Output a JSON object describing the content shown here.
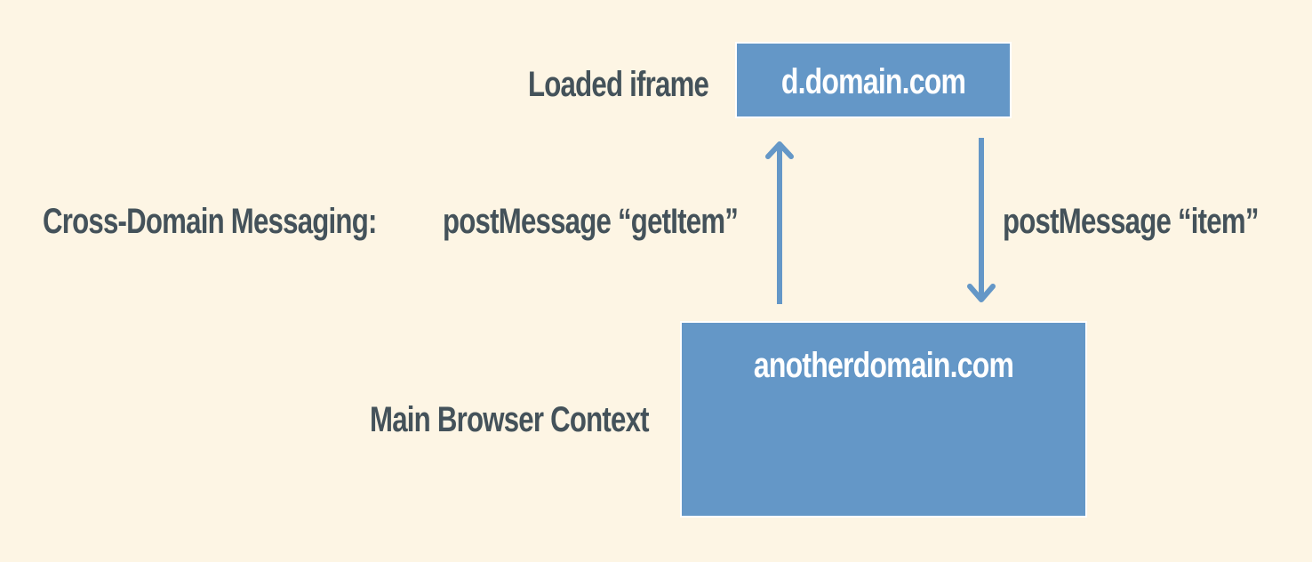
{
  "diagram": {
    "iframe_label": "Loaded iframe",
    "iframe_box_label": "d.domain.com",
    "messaging_label": "Cross-Domain Messaging:",
    "message_up": "postMessage “getItem”",
    "message_down": "postMessage “item”",
    "main_context_label": "Main Browser Context",
    "main_box_label": "anotherdomain.com"
  },
  "colors": {
    "background": "#fdf5e4",
    "text": "#44525a",
    "box_fill": "#6497c7",
    "box_text": "#ffffff"
  }
}
